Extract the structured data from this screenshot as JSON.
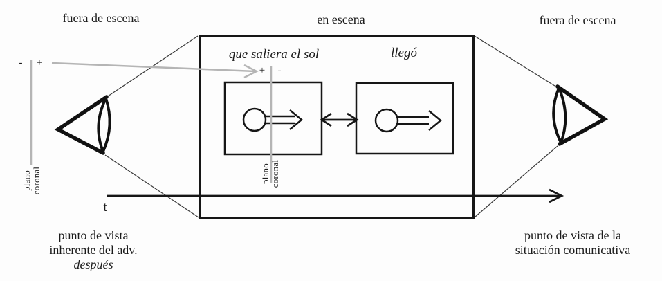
{
  "colors": {
    "ink": "#1b1b1b",
    "gray_axis": "#b5b5b5",
    "background": "#fdfdfd"
  },
  "top_labels": {
    "off_scene_left": "fuera de escena",
    "on_scene": "en escena",
    "off_scene_right": "fuera de escena"
  },
  "scene": {
    "event_subordinate": "que saliera el sol",
    "event_main": "llegó"
  },
  "polarity": {
    "outer_minus": "-",
    "outer_plus": "+",
    "scene_plus": "+",
    "scene_minus": "-"
  },
  "coronal_plane_outer": {
    "line1": "plano",
    "line2": "coronal"
  },
  "coronal_plane_scene": {
    "line1": "plano",
    "line2": "coronal"
  },
  "timeline": {
    "label": "t"
  },
  "captions": {
    "left": {
      "line1": "punto de vista",
      "line2": "inherente del adv.",
      "line3": "después"
    },
    "right": {
      "line1": "punto de vista de la",
      "line2": "situación comunicativa"
    }
  }
}
